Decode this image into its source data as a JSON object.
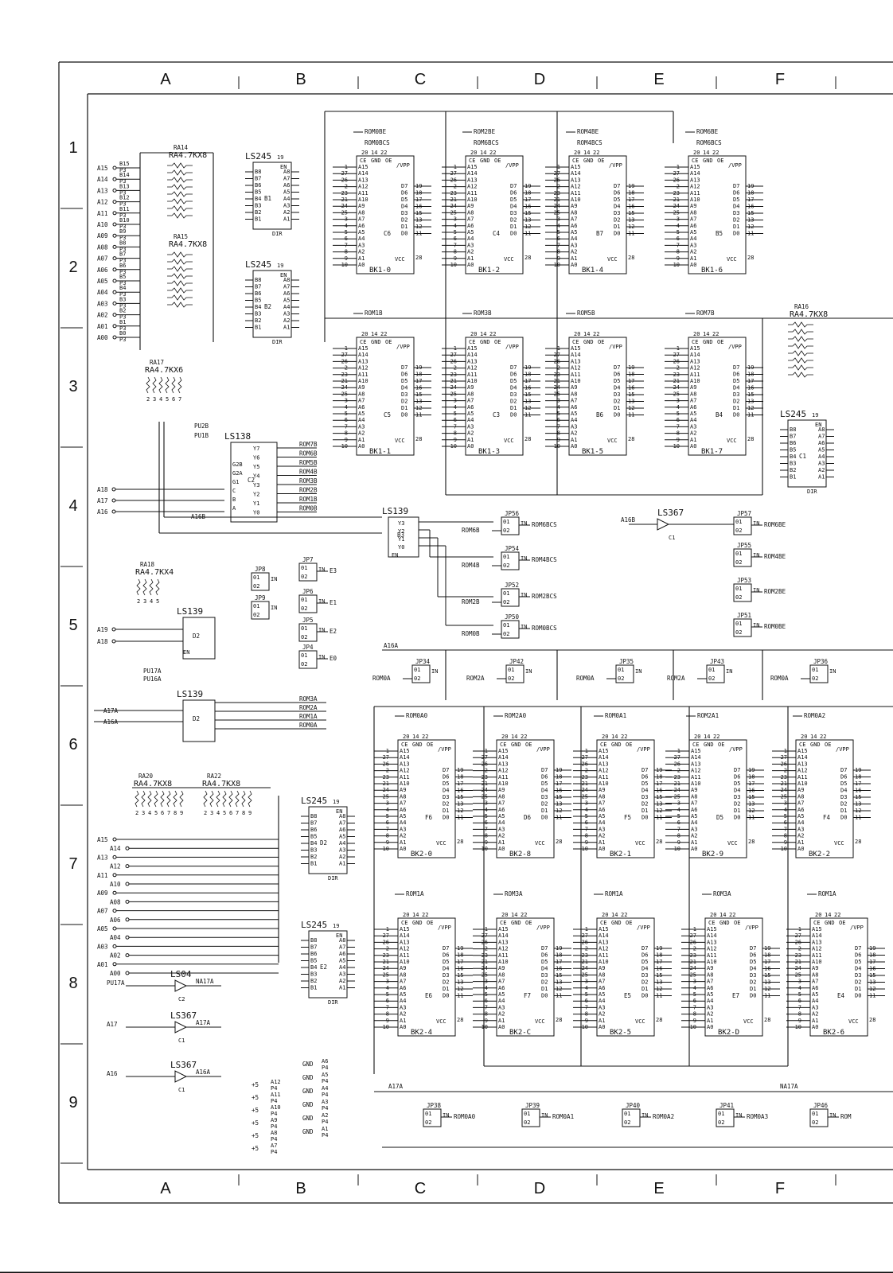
{
  "sheet": {
    "columns": [
      "A",
      "B",
      "C",
      "D",
      "E",
      "F"
    ],
    "rows": [
      "1",
      "2",
      "3",
      "4",
      "5",
      "6",
      "7",
      "8",
      "9"
    ]
  },
  "resistor_packs": [
    {
      "ref": "RA14",
      "value": "RA4.7KX8"
    },
    {
      "ref": "RA15",
      "value": "RA4.7KX8"
    },
    {
      "ref": "RA16",
      "value": "RA4.7KX8"
    },
    {
      "ref": "RA17",
      "value": "RA4.7KX6"
    },
    {
      "ref": "RA18",
      "value": "RA4.7KX4"
    },
    {
      "ref": "RA20",
      "value": "RA4.7KX8"
    },
    {
      "ref": "RA22",
      "value": "RA4.7KX8"
    }
  ],
  "top_address_inputs": [
    "A15",
    "A14",
    "A13",
    "A12",
    "A11",
    "A10",
    "A09",
    "A08",
    "A07",
    "A06",
    "A05",
    "A04",
    "A03",
    "A02",
    "A01",
    "A00"
  ],
  "bottom_address_inputs": [
    "A15",
    "A14",
    "A13",
    "A12",
    "A11",
    "A10",
    "A09",
    "A08",
    "A07",
    "A06",
    "A05",
    "A04",
    "A03",
    "A02",
    "A01",
    "A00"
  ],
  "bank_select_inputs": [
    "A18",
    "A17",
    "A16"
  ],
  "d2_inputs": [
    "A19",
    "A18"
  ],
  "buffers": [
    {
      "type": "LS245",
      "ref": "B1"
    },
    {
      "type": "LS245",
      "ref": "B2"
    },
    {
      "type": "LS245",
      "ref": "C1"
    },
    {
      "type": "LS245",
      "ref": "D2"
    },
    {
      "type": "LS245",
      "ref": "E2"
    }
  ],
  "decoder_ls138": {
    "type": "LS138",
    "ref": "C2",
    "outputs": [
      "ROM7B",
      "ROM6B",
      "ROM5B",
      "ROM4B",
      "ROM3B",
      "ROM2B",
      "ROM1B",
      "ROM0B"
    ],
    "pullups": [
      "PU2B",
      "PU1B"
    ],
    "extra": "A16B"
  },
  "decoder_ls139_b3": {
    "type": "LS139",
    "ref": "B3"
  },
  "decoder_ls139_d2a": {
    "type": "LS139",
    "ref": "D2"
  },
  "decoder_ls139_d2b": {
    "type": "LS139",
    "ref": "D2",
    "inputs": [
      "A17A",
      "A16A"
    ],
    "outputs": [
      "ROM3A",
      "ROM2A",
      "ROM1A",
      "ROM0A"
    ]
  },
  "pu_signals": [
    "PU17A",
    "PU16A"
  ],
  "bank1_roms": [
    {
      "ref": "C6",
      "bank": "BK1-0",
      "sel": "ROM0BE",
      "sel2": "ROM0BCS"
    },
    {
      "ref": "C4",
      "bank": "BK1-2",
      "sel": "ROM2BE",
      "sel2": "ROM6BCS"
    },
    {
      "ref": "B7",
      "bank": "BK1-4",
      "sel": "ROM4BE",
      "sel2": "ROM4BCS"
    },
    {
      "ref": "B5",
      "bank": "BK1-6",
      "sel": "ROM6BE",
      "sel2": "ROM6BCS"
    },
    {
      "ref": "C5",
      "bank": "BK1-1",
      "sel": "ROM1B",
      "sel2": ""
    },
    {
      "ref": "C3",
      "bank": "BK1-3",
      "sel": "ROM3B",
      "sel2": ""
    },
    {
      "ref": "B6",
      "bank": "BK1-5",
      "sel": "ROM5B",
      "sel2": ""
    },
    {
      "ref": "B4",
      "bank": "BK1-7",
      "sel": "ROM7B",
      "sel2": ""
    }
  ],
  "bank2_roms": [
    {
      "ref": "F6",
      "bank": "BK2-0",
      "sel": "ROM0A0"
    },
    {
      "ref": "D6",
      "bank": "BK2-8",
      "sel": "ROM2A0"
    },
    {
      "ref": "F5",
      "bank": "BK2-1",
      "sel": "ROM0A1"
    },
    {
      "ref": "D5",
      "bank": "BK2-9",
      "sel": "ROM2A1"
    },
    {
      "ref": "F4",
      "bank": "BK2-2",
      "sel": "ROM0A2"
    },
    {
      "ref": "E6",
      "bank": "BK2-4",
      "sel": "ROM1A"
    },
    {
      "ref": "F7",
      "bank": "BK2-C",
      "sel": "ROM3A"
    },
    {
      "ref": "E5",
      "bank": "BK2-5",
      "sel": "ROM1A"
    },
    {
      "ref": "E7",
      "bank": "BK2-D",
      "sel": "ROM3A"
    },
    {
      "ref": "E4",
      "bank": "BK2-6",
      "sel": "ROM1A"
    }
  ],
  "rom_pins": {
    "left": [
      "A15",
      "A14",
      "A13",
      "A12",
      "A11",
      "A10",
      "A9",
      "A8",
      "A7",
      "A6",
      "A5",
      "A4",
      "A3",
      "A2",
      "A1",
      "A0"
    ],
    "left_nums": [
      "1",
      "27",
      "26",
      "2",
      "23",
      "21",
      "24",
      "25",
      "3",
      "4",
      "5",
      "6",
      "7",
      "8",
      "9",
      "10"
    ],
    "right": [
      "D7",
      "D6",
      "D5",
      "D4",
      "D3",
      "D2",
      "D1",
      "D0"
    ],
    "right_nums": [
      "19",
      "18",
      "17",
      "16",
      "15",
      "13",
      "12",
      "11"
    ],
    "top": [
      "CE",
      "GND",
      "OE",
      "/VPP"
    ],
    "top_nums": [
      "20",
      "14",
      "22"
    ],
    "vcc": "VCC",
    "vcc_num": "28"
  },
  "jumpers_b3": [
    {
      "ref": "JP56",
      "in": "ROM6B",
      "out": "ROM6BCS"
    },
    {
      "ref": "JP54",
      "in": "ROM4B",
      "out": "ROM4BCS"
    },
    {
      "ref": "JP52",
      "in": "ROM2B",
      "out": "ROM2BCS"
    },
    {
      "ref": "JP50",
      "in": "ROM0B",
      "out": "ROM0BCS"
    }
  ],
  "jumpers_e": [
    {
      "ref": "JP57",
      "out": "ROM6BE"
    },
    {
      "ref": "JP55",
      "out": "ROM4BE"
    },
    {
      "ref": "JP53",
      "out": "ROM2BE"
    },
    {
      "ref": "JP51",
      "out": "ROM0BE"
    }
  ],
  "ls367_top": {
    "type": "LS367",
    "ref": "C1",
    "input": "A16B"
  },
  "jumpers_e_signals": [
    {
      "ref": "JP7",
      "out": "E3"
    },
    {
      "ref": "JP6",
      "out": "E1"
    },
    {
      "ref": "JP5",
      "out": "E2"
    },
    {
      "ref": "JP4",
      "out": "E0"
    }
  ],
  "jp8": "JP8",
  "jp9": "JP9",
  "row6_jumpers": [
    {
      "ref": "JP34",
      "in": "ROM0A"
    },
    {
      "ref": "JP42",
      "in": "ROM2A"
    },
    {
      "ref": "JP35",
      "in": "ROM0A"
    },
    {
      "ref": "JP43",
      "in": "ROM2A"
    },
    {
      "ref": "JP36",
      "in": "ROM0A"
    }
  ],
  "row9_jumpers": [
    {
      "ref": "JP38",
      "out": "ROM0A0"
    },
    {
      "ref": "JP39",
      "out": "ROM0A1"
    },
    {
      "ref": "JP40",
      "out": "ROM0A2"
    },
    {
      "ref": "JP41",
      "out": "ROM0A3"
    },
    {
      "ref": "JP46",
      "out": "ROM"
    }
  ],
  "bottom_gates": [
    {
      "type": "LS04",
      "ref": "C2",
      "out": "NA17A",
      "in": "PU17A"
    },
    {
      "type": "LS367",
      "ref": "C1",
      "out": "A17A",
      "in": "A17"
    },
    {
      "type": "LS367",
      "ref": "C1",
      "out": "A16A",
      "in": "A16"
    }
  ],
  "signals": {
    "a16a": "A16A",
    "a17a": "A17A",
    "na17a": "NA17A",
    "e1": "E1"
  },
  "power_pins": {
    "plus5": [
      "A12",
      "A11",
      "A10",
      "A9",
      "A8",
      "A7"
    ],
    "gnd": [
      "A6",
      "A5",
      "A4",
      "A3",
      "A2",
      "A1"
    ],
    "p4": "P4",
    "plus5_label": "+5",
    "gnd_label": "GND"
  },
  "misc": {
    "en": "EN",
    "dir": "DIR",
    "d1": "D1",
    "c1": "C1",
    "plus5": "+5"
  }
}
